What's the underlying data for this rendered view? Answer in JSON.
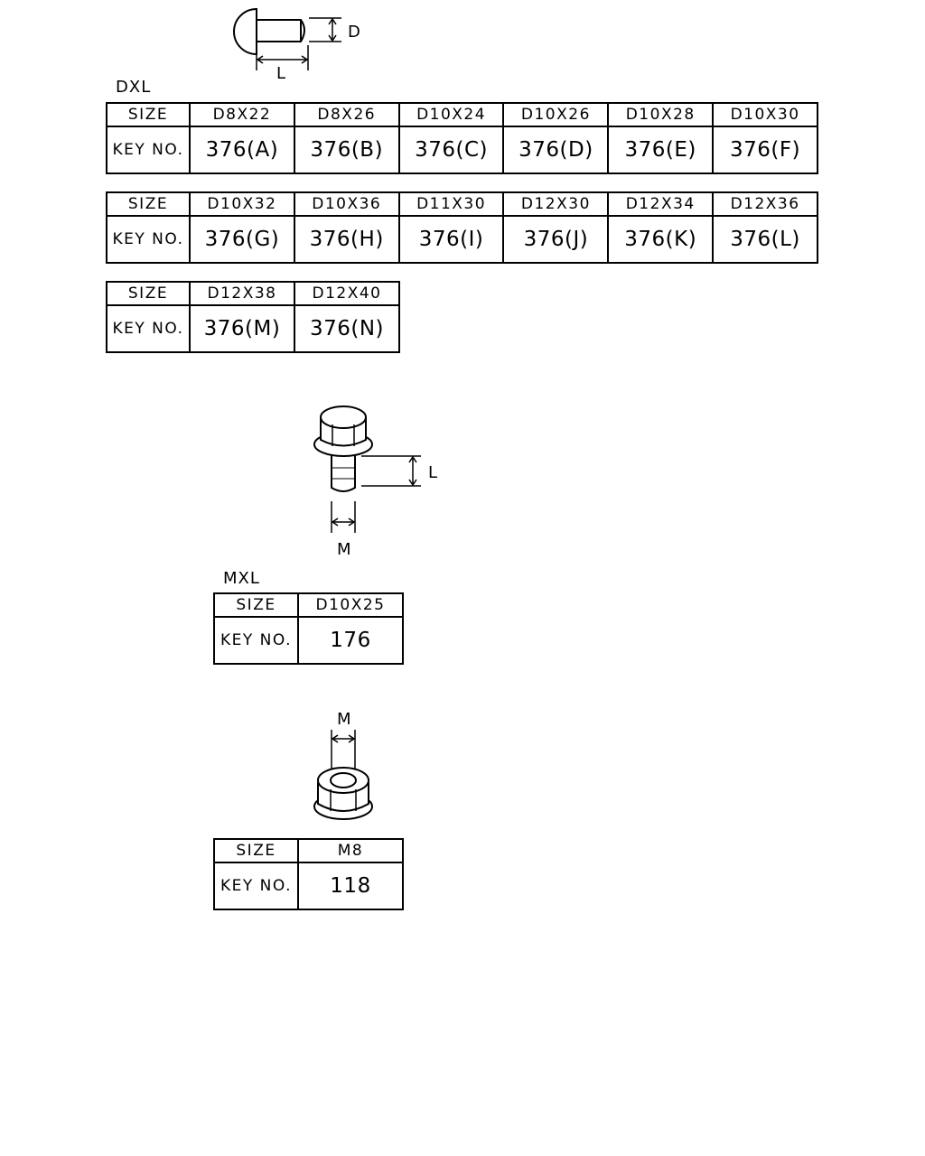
{
  "rivet_section": {
    "title": "DXL",
    "dim_d": "D",
    "dim_l": "L",
    "tables": [
      {
        "size_header": "SIZE",
        "key_header": "KEY NO.",
        "sizes": [
          "D8X22",
          "D8X26",
          "D10X24",
          "D10X26",
          "D10X28",
          "D10X30"
        ],
        "keys": [
          "376(A)",
          "376(B)",
          "376(C)",
          "376(D)",
          "376(E)",
          "376(F)"
        ]
      },
      {
        "size_header": "SIZE",
        "key_header": "KEY NO.",
        "sizes": [
          "D10X32",
          "D10X36",
          "D11X30",
          "D12X30",
          "D12X34",
          "D12X36"
        ],
        "keys": [
          "376(G)",
          "376(H)",
          "376(I)",
          "376(J)",
          "376(K)",
          "376(L)"
        ]
      },
      {
        "size_header": "SIZE",
        "key_header": "KEY NO.",
        "sizes": [
          "D12X38",
          "D12X40"
        ],
        "keys": [
          "376(M)",
          "376(N)"
        ]
      }
    ]
  },
  "bolt_section": {
    "title": "MXL",
    "dim_l": "L",
    "dim_m": "M",
    "table": {
      "size_header": "SIZE",
      "key_header": "KEY NO.",
      "sizes": [
        "D10X25"
      ],
      "keys": [
        "176"
      ]
    }
  },
  "nut_section": {
    "dim_m": "M",
    "table": {
      "size_header": "SIZE",
      "key_header": "KEY NO.",
      "sizes": [
        "M8"
      ],
      "keys": [
        "118"
      ]
    }
  }
}
